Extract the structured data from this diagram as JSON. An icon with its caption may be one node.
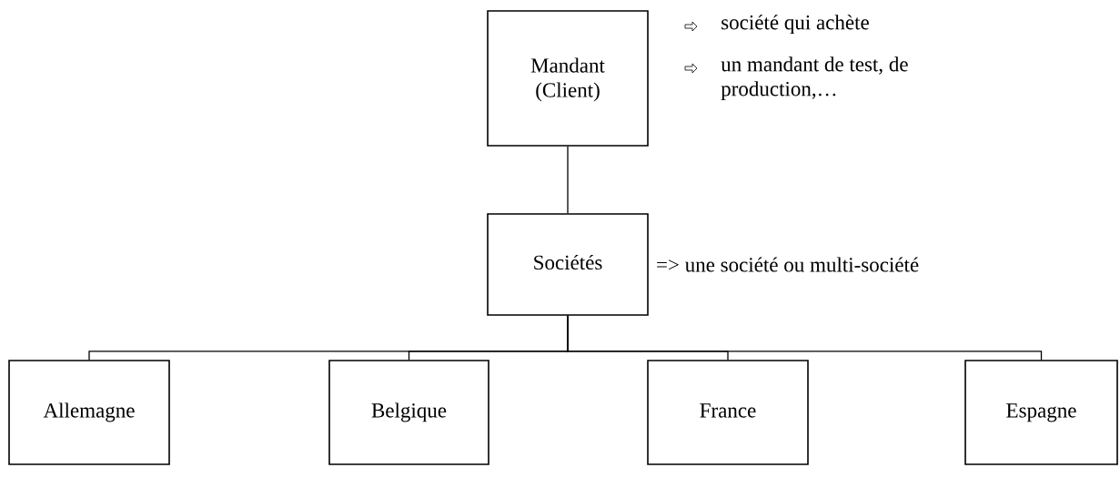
{
  "diagram": {
    "nodes": [
      {
        "text": [
          "Mandant (Client)"
        ],
        "beside": [
          "société qui achète",
          "un mandant de test, de production,…"
        ]
      },
      {
        "text": [
          "Sociétés"
        ],
        "beside": [
          "=> une société ou multi-société"
        ]
      },
      {
        "text": [
          "Allemagne"
        ]
      },
      {
        "text": [
          "Belgique"
        ]
      },
      {
        "text": [
          "France"
        ]
      },
      {
        "text": [
          "Espagne"
        ]
      }
    ],
    "edges": [
      {
        "from": 0,
        "to": 1,
        "arrow": "none"
      },
      {
        "from": 1,
        "to": 2,
        "arrow": "none"
      },
      {
        "from": 1,
        "to": 3,
        "arrow": "none"
      },
      {
        "from": 1,
        "to": 4,
        "arrow": "none"
      },
      {
        "from": 1,
        "to": 5,
        "arrow": "none"
      }
    ]
  }
}
